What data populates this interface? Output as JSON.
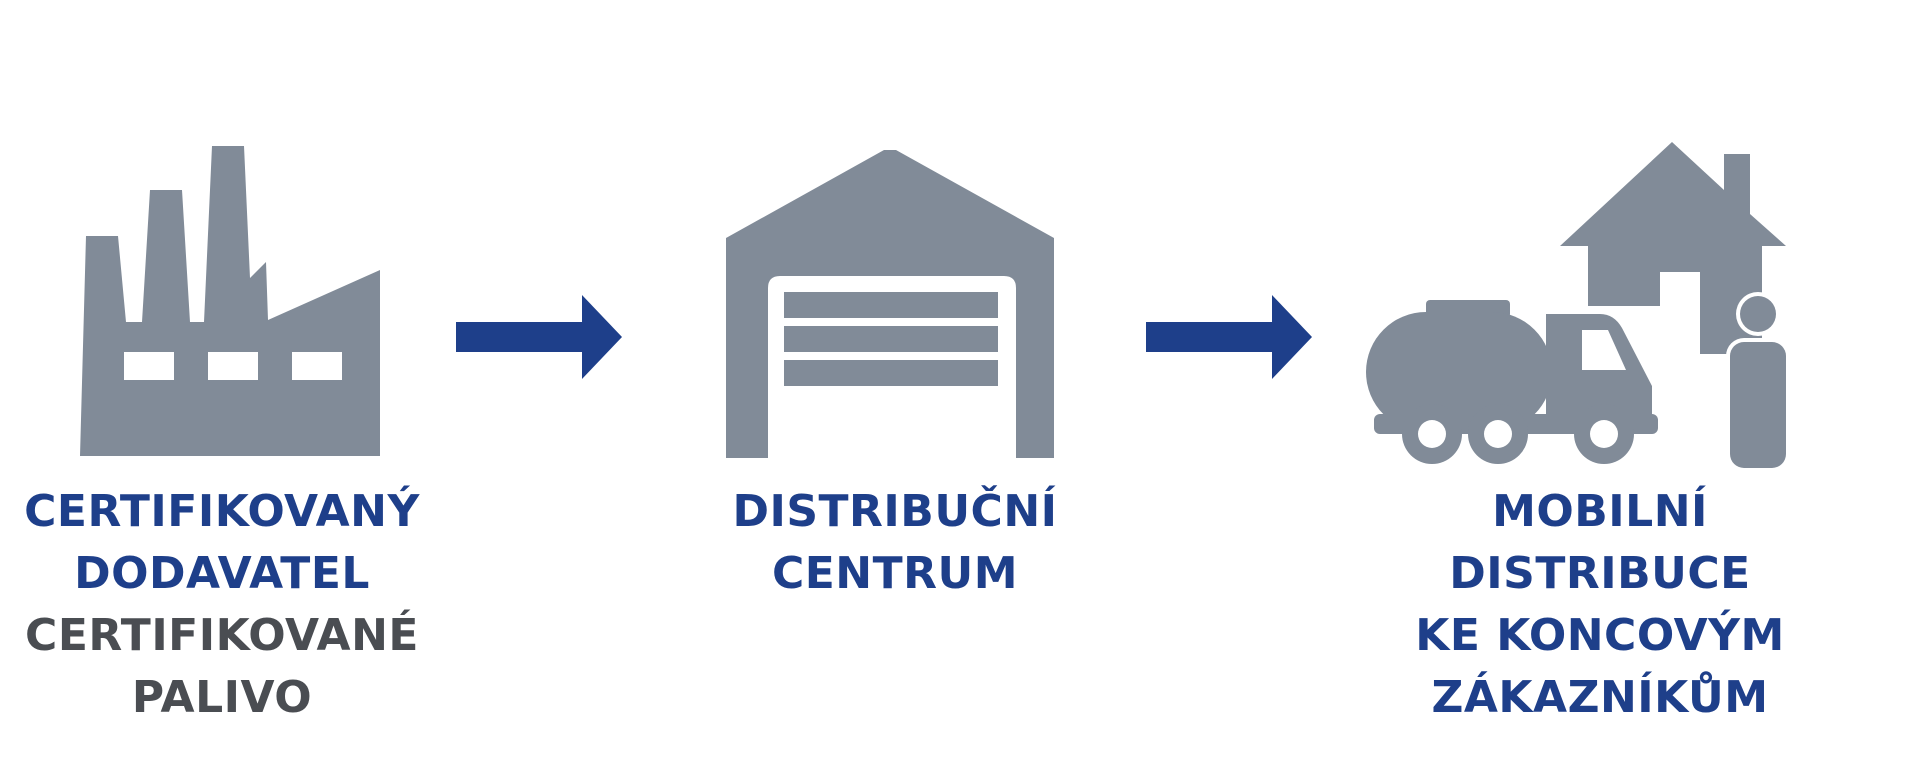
{
  "colors": {
    "icon_gray": "#818b98",
    "arrow_blue": "#1e3f8a",
    "label_blue": "#1e3f8a",
    "label_dark": "#4a4d52"
  },
  "steps": [
    {
      "icon": "factory-icon",
      "title_lines": [
        "CERTIFIKOVANÝ",
        "DODAVATEL"
      ],
      "subtitle_lines": [
        "CERTIFIKOVANÉ",
        "PALIVO"
      ]
    },
    {
      "icon": "warehouse-icon",
      "title_lines": [
        "DISTRIBUČNÍ",
        "CENTRUM"
      ]
    },
    {
      "icon": "tanker-truck-house-person-icon",
      "title_lines": [
        "MOBILNÍ",
        "DISTRIBUCE",
        "KE KONCOVÝM",
        "ZÁKAZNÍKŮM"
      ]
    }
  ],
  "arrows": [
    "arrow-right-icon",
    "arrow-right-icon"
  ]
}
